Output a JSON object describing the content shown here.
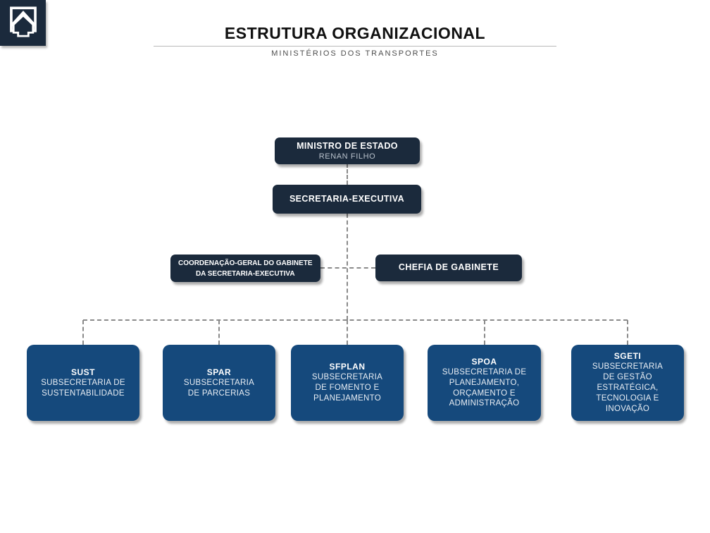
{
  "header": {
    "title": "ESTRUTURA ORGANIZACIONAL",
    "subtitle": "MINISTÉRIOS DOS TRANSPORTES"
  },
  "colors": {
    "dark_navy": "#1b2a3c",
    "unit_blue": "#15497c",
    "connector_gray": "#8a8a8a",
    "title_black": "#111111",
    "subtitle_gray": "#4d4d4d"
  },
  "org_chart": {
    "minister": {
      "title": "MINISTRO DE ESTADO",
      "name": "RENAN FILHO"
    },
    "executive_secretariat": {
      "title": "SECRETARIA-EXECUTIVA"
    },
    "cabinet_coordination": {
      "title": "COORDENAÇÃO-GERAL DO GABINETE\nDA SECRETARIA-EXECUTIVA"
    },
    "cabinet_chief": {
      "title": "CHEFIA DE GABINETE"
    },
    "subsecretariats": [
      {
        "acronym": "SUST",
        "name": "SUBSECRETARIA DE\nSUSTENTABILIDADE"
      },
      {
        "acronym": "SPAR",
        "name": "SUBSECRETARIA\nDE PARCERIAS"
      },
      {
        "acronym": "SFPLAN",
        "name": "SUBSECRETARIA\nDE FOMENTO E\nPLANEJAMENTO"
      },
      {
        "acronym": "SPOA",
        "name": "SUBSECRETARIA DE\nPLANEJAMENTO,\nORÇAMENTO E\nADMINISTRAÇÃO"
      },
      {
        "acronym": "SGETI",
        "name": "SUBSECRETARIA\nDE GESTÃO\nESTRATÉGICA,\nTECNOLOGIA E\nINOVAÇÃO"
      }
    ]
  }
}
